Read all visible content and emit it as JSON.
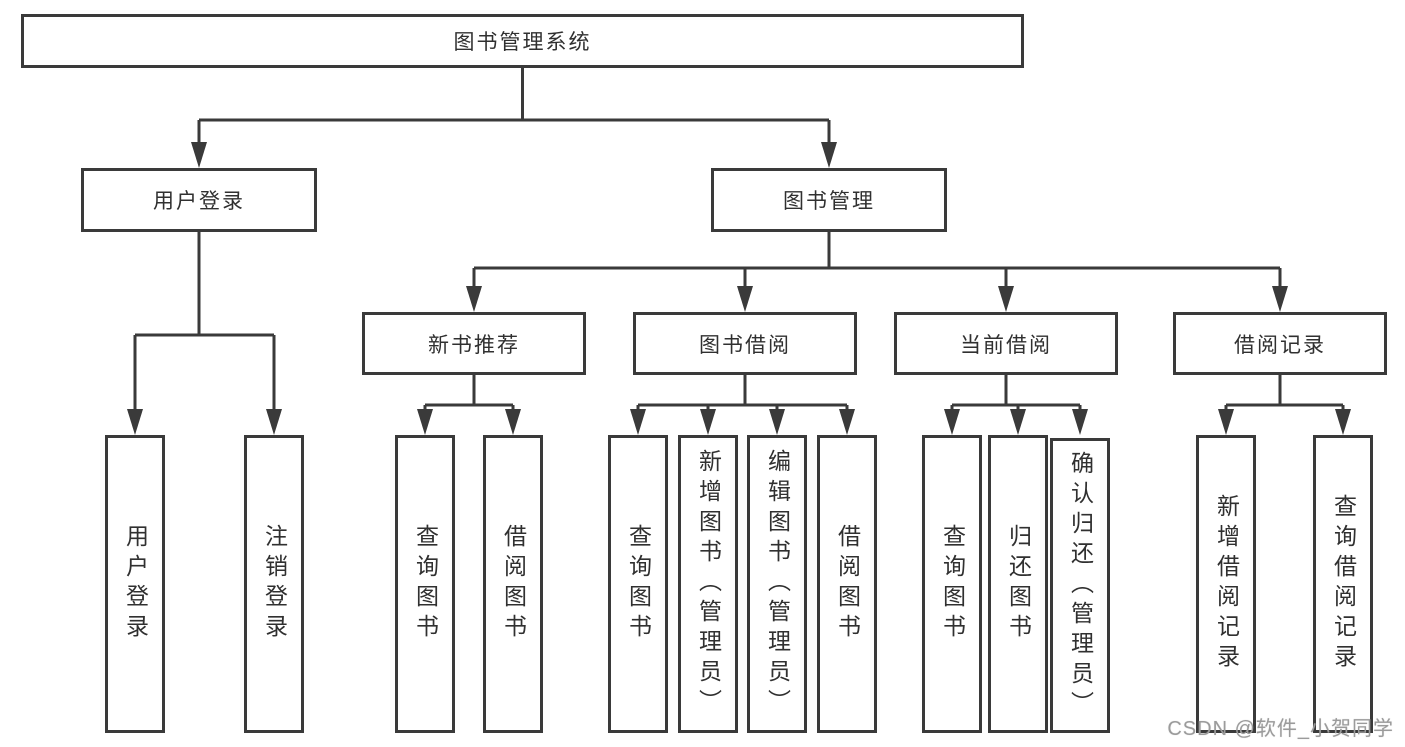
{
  "colors": {
    "line": "#3a3a3a",
    "box_border": "#3a3a3a",
    "text": "#303030",
    "watermark": "#9b9b9b",
    "background": "#ffffff"
  },
  "watermark": {
    "text": "CSDN @软件_小贺同学"
  },
  "tree": {
    "label": "图书管理系统",
    "children": [
      {
        "label": "用户登录",
        "children": [
          {
            "label": "用户登录"
          },
          {
            "label": "注销登录"
          }
        ]
      },
      {
        "label": "图书管理",
        "children": [
          {
            "label": "新书推荐",
            "children": [
              {
                "label": "查询图书"
              },
              {
                "label": "借阅图书"
              }
            ]
          },
          {
            "label": "图书借阅",
            "children": [
              {
                "label": "查询图书"
              },
              {
                "label": "新增图书（管理员）"
              },
              {
                "label": "编辑图书（管理员）"
              },
              {
                "label": "借阅图书"
              }
            ]
          },
          {
            "label": "当前借阅",
            "children": [
              {
                "label": "查询图书"
              },
              {
                "label": "归还图书"
              },
              {
                "label": "确认归还（管理员）"
              }
            ]
          },
          {
            "label": "借阅记录",
            "children": [
              {
                "label": "新增借阅记录"
              },
              {
                "label": "查询借阅记录"
              }
            ]
          }
        ]
      }
    ]
  }
}
